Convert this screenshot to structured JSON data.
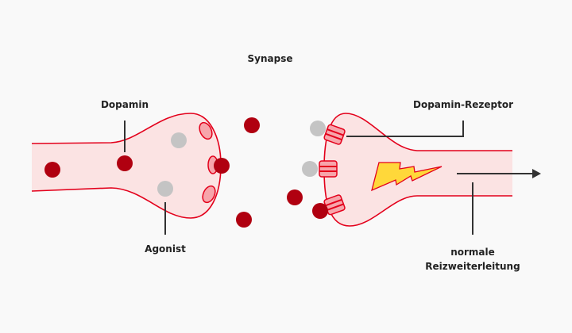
{
  "title": "Synapse",
  "labels": {
    "dopamin": "Dopamin",
    "agonist": "Agonist",
    "receptor": "Dopamin-Rezeptor",
    "signal_line1": "normale",
    "signal_line2": "Reizweiterleitung"
  },
  "colors": {
    "membrane": "#e3001b",
    "cytoplasm": "#fbe3e3",
    "dopamine": "#b00010",
    "agonist": "#c4c4c4",
    "signal": "#ffd83a",
    "line": "#333333"
  }
}
